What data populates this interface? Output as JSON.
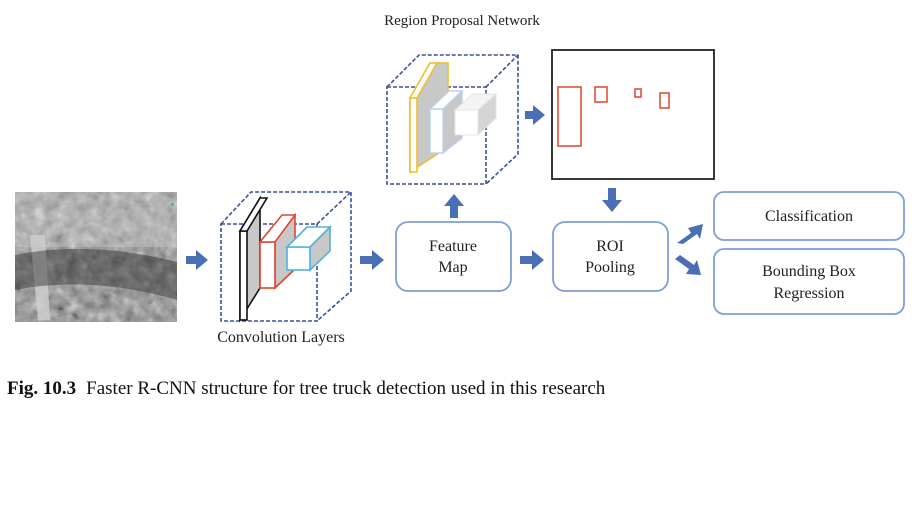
{
  "diagram": {
    "rpn_title": "Region Proposal Network",
    "input_image": "thermal orchard image",
    "conv_label": "Convolution Layers",
    "feature_map": [
      "Feature",
      "Map"
    ],
    "roi_pooling": [
      "ROI",
      "Pooling"
    ],
    "classification": "Classification",
    "bbox_regression": [
      "Bounding Box",
      "Regression"
    ],
    "colors": {
      "arrow": "#4a6fb5",
      "box_border": "#7f9fd8",
      "dashed_cube": "#3d4f9a",
      "proposal_box": "#e0452b",
      "rpn_layer": "#f0bf2c",
      "conv_layer_1": "#111111",
      "conv_layer_2": "#e0452b",
      "conv_layer_3": "#4fb3e0"
    }
  },
  "caption": {
    "label": "Fig. 10.3",
    "text": "Faster R-CNN structure for tree truck detection used in this research"
  }
}
